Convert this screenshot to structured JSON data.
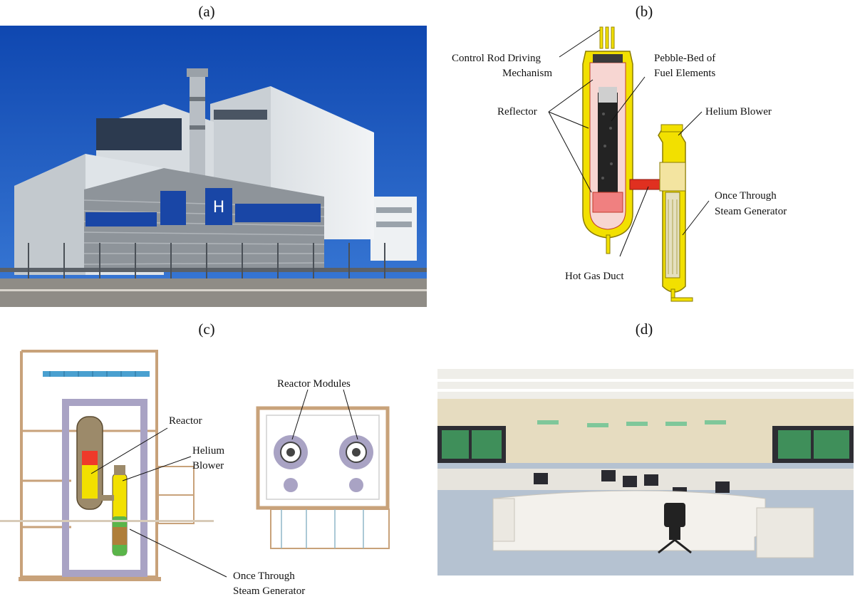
{
  "panels": {
    "a": {
      "letter": "(a)"
    },
    "b": {
      "letter": "(b)",
      "labels": {
        "crdm_line1": "Control Rod Driving",
        "crdm_line2": "Mechanism",
        "pebble_line1": "Pebble-Bed of",
        "pebble_line2": "Fuel Elements",
        "reflector": "Reflector",
        "helium_blower": "Helium Blower",
        "otsg_line1": "Once Through",
        "otsg_line2": "Steam Generator",
        "hot_gas_duct": "Hot  Gas  Duct"
      }
    },
    "c": {
      "letter": "(c)",
      "labels": {
        "reactor": "Reactor",
        "helium_line1": "Helium",
        "helium_line2": "Blower",
        "otsg_line1": "Once Through",
        "otsg_line2": "Steam Generator",
        "reactor_modules": "Reactor Modules"
      }
    },
    "d": {
      "letter": "(d)"
    }
  },
  "colors": {
    "sky": "#1a55b8",
    "building": "#e8ecef",
    "vessel_yellow": "#f2e000",
    "building_wall": "#c8a27a",
    "containment": "#a9a3c4",
    "duct_red": "#e03020",
    "sg_green": "#5ab54a"
  }
}
